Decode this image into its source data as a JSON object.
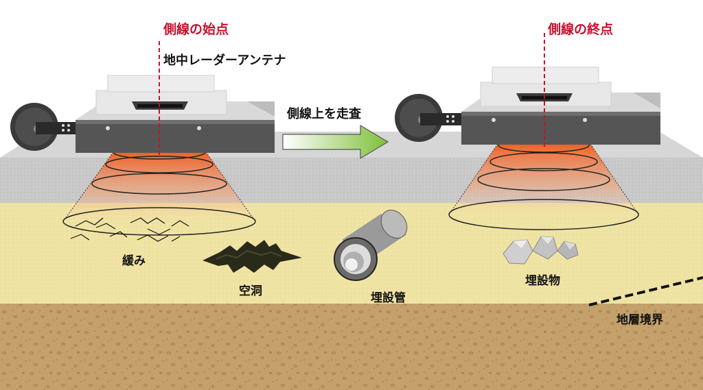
{
  "labels": {
    "line_start": "側線の始点",
    "line_end": "側線の終点",
    "gpr_antenna": "地中レーダーアンテナ",
    "scan_along_line": "側線上を走査",
    "loosening": "緩み",
    "cavity": "空洞",
    "buried_pipe": "埋設管",
    "buried_object": "埋設物",
    "strata_boundary": "地層境界"
  },
  "colors": {
    "marker_red": "#c8102e",
    "sky": "#ffffff",
    "road_surface": "#c9c9c9",
    "sand_layer": "#efe3a3",
    "soil_layer": "#c4a06a",
    "device_body": "#5a5a5a",
    "device_top": "#e6e6e6",
    "arrow_green": "#7fbf3a",
    "signal_orange": "#f07a3a"
  }
}
